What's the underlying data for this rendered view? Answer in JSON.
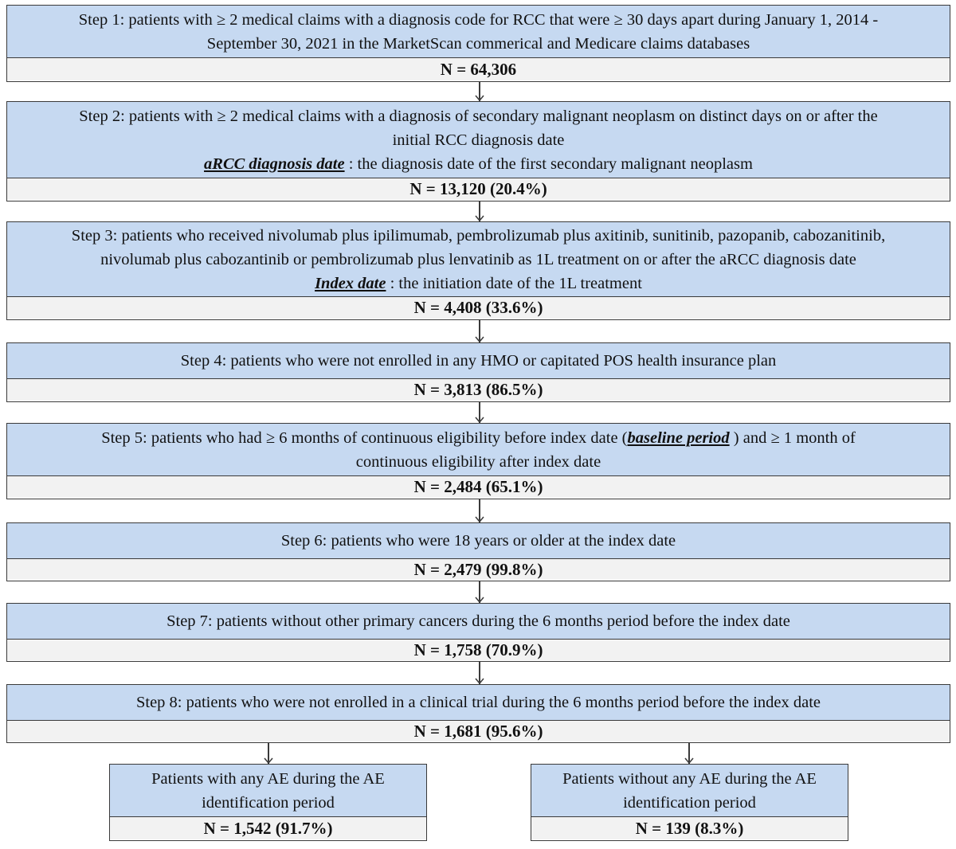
{
  "steps": [
    {
      "lines": [
        "Step 1: patients with ≥ 2 medical claims with a diagnosis code for RCC that were ≥ 30 days apart during January 1, 2014 -",
        "September 30, 2021 in the MarketScan commerical and Medicare claims databases"
      ],
      "count": "N = 64,306"
    },
    {
      "lines": [
        "Step 2: patients with ≥ 2 medical claims with a diagnosis of secondary malignant neoplasm on distinct days on or after the",
        "initial RCC diagnosis date"
      ],
      "term": "aRCC diagnosis date",
      "term_rest": " : the diagnosis date of the first secondary malignant neoplasm",
      "count": "N = 13,120 (20.4%)"
    },
    {
      "lines": [
        "Step 3: patients who received nivolumab plus ipilimumab, pembrolizumab plus axitinib, sunitinib, pazopanib, cabozanitinib,",
        "nivolumab plus cabozantinib or pembrolizumab plus lenvatinib as 1L treatment on or after the aRCC diagnosis date"
      ],
      "term": "Index date",
      "term_rest": " : the initiation date of the 1L treatment",
      "count": "N = 4,408 (33.6%)"
    },
    {
      "lines": [
        "Step 4: patients who were not enrolled in any HMO or capitated POS health insurance plan"
      ],
      "count": "N = 3,813 (86.5%)"
    },
    {
      "pre": "Step 5: patients who had ≥ 6 months of continuous eligibility before index date (",
      "term": "baseline period",
      "post": " ) and ≥ 1 month of",
      "line2": "continuous eligibility after index date",
      "count": "N = 2,484 (65.1%)"
    },
    {
      "lines": [
        "Step 6: patients who were 18 years or older at the index date"
      ],
      "count": "N = 2,479 (99.8%)"
    },
    {
      "lines": [
        "Step 7: patients without other primary cancers during the 6 months period before the index date"
      ],
      "count": "N = 1,758 (70.9%)"
    },
    {
      "lines": [
        "Step 8: patients who were not enrolled in a clinical trial during the 6 months period before the index date"
      ],
      "count": "N = 1,681 (95.6%)"
    }
  ],
  "branches": {
    "with_ae": {
      "lines": [
        "Patients with any AE during the AE",
        "identification period"
      ],
      "count": "N = 1,542 (91.7%)"
    },
    "without_ae": {
      "lines": [
        "Patients without any AE during the AE",
        "identification period"
      ],
      "count": "N = 139 (8.3%)"
    }
  },
  "colors": {
    "description_fill": "#c6d9f1",
    "count_fill": "#f2f2f2",
    "border": "#3a3a3a"
  }
}
